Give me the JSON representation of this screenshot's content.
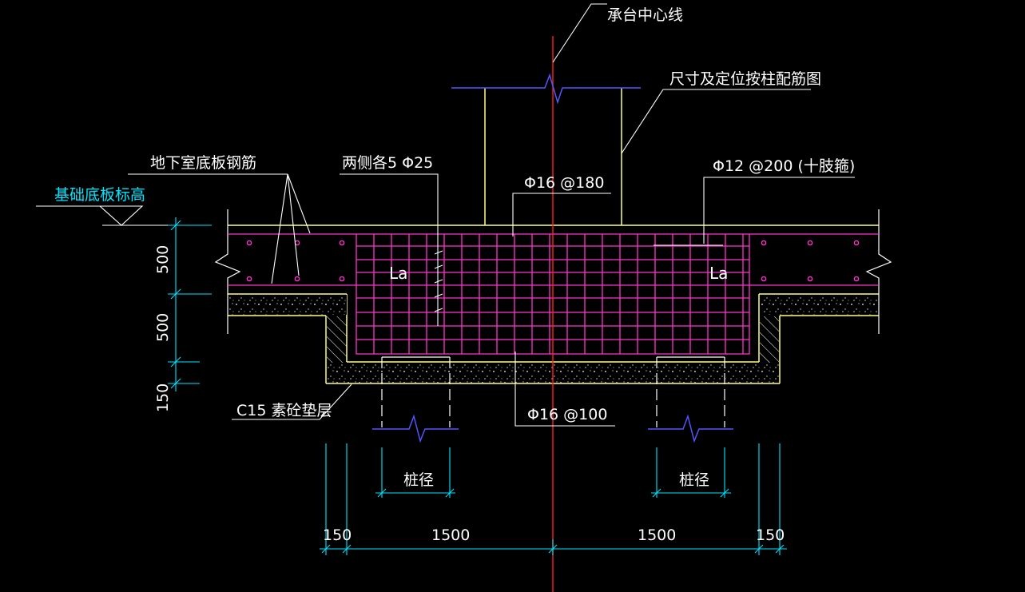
{
  "colors": {
    "background": "#000000",
    "concrete": "#ffff80",
    "rebar": "#ff33cc",
    "centerline": "#ff2020",
    "leader": "#ffffff",
    "dimension": "#00e5ff",
    "breakline": "#5555ff"
  },
  "labels": {
    "centerline": "承台中心线",
    "pile_ref": "尺寸及定位按柱配筋图",
    "slab_rebar": "地下室底板钢筋",
    "side_bars": "两侧各5 Φ25",
    "top_bars": "Φ16 @180",
    "stirrup": "Φ12 @200 (十肢箍)",
    "slab_elevation": "基础底板标高",
    "cushion": "C15 素砼垫层",
    "bottom_bars": "Φ16 @100",
    "anchorage_left": "La",
    "anchorage_right": "La",
    "pile_diameter_left": "桩径",
    "pile_diameter_right": "桩径"
  },
  "dimensions": {
    "vertical": [
      "500",
      "500",
      "150"
    ],
    "horizontal": [
      "150",
      "1500",
      "1500",
      "150"
    ]
  }
}
